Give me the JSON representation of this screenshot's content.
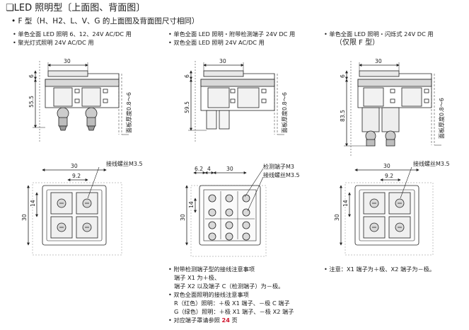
{
  "title": "❏LED 照明型〔上面图、背面图〕",
  "subtitle": "• F 型（H、H2、L、V、G 的上面图及背面图尺寸相同）",
  "applications": {
    "col1": [
      "• 单色全面 LED 照明 6、12、24V AC/DC 用",
      "• 聚光灯式照明 24V AC/DC 用"
    ],
    "col2": [
      "• 单色全面 LED 照明・附带检测端子 24V DC 用",
      "• 双色全面 LED 照明 24V AC/DC 用"
    ],
    "col3": [
      "• 单色全面 LED 照明・闪烁式 24V DC 用",
      "（仅限 F 型）"
    ]
  },
  "drawings": {
    "top1": {
      "width": "30",
      "thickness": "6",
      "height": "55.5",
      "panel": "面板厚度0.8～6"
    },
    "top2": {
      "width": "30",
      "thickness": "6",
      "height": "59.5",
      "panel": "面板厚度0.8～6"
    },
    "top3": {
      "width": "30",
      "thickness": "6",
      "height": "83.5",
      "panel": "面板厚度0.8～6"
    },
    "back1": {
      "screw": "接线螺丝M3.5",
      "w30": "30",
      "w92": "9.2",
      "h14": "14",
      "h30": "30"
    },
    "back2": {
      "d62": "6.2",
      "d4": "4",
      "d30": "30",
      "screw_m3": "检测端子M3",
      "screw_m35": "接线螺丝M3.5",
      "h14": "14",
      "h30": "30"
    },
    "back3": {
      "screw": "接线螺丝M3.5",
      "w30": "30",
      "w92": "9.2",
      "h14": "14",
      "h30": "30"
    }
  },
  "notes_middle": [
    "• 附带检测端子型的接线注意事项",
    "端子 X1 为＋极、",
    "端子 X2 以及端子 C（检测端子）为－极。",
    "• 双色全面照明的接线注意事项",
    "R（红色）照明：＋极 X1 端子、－极 C 端子",
    "G（绿色）照明：＋极 X1 端子、－极 X2 端子"
  ],
  "note_ref_prefix": "• 对应端子罩请参照 ",
  "note_ref_page": "24",
  "note_ref_suffix": " 页",
  "note_right": "• 注意：X1 端子为＋极、X2 端子为－极。"
}
